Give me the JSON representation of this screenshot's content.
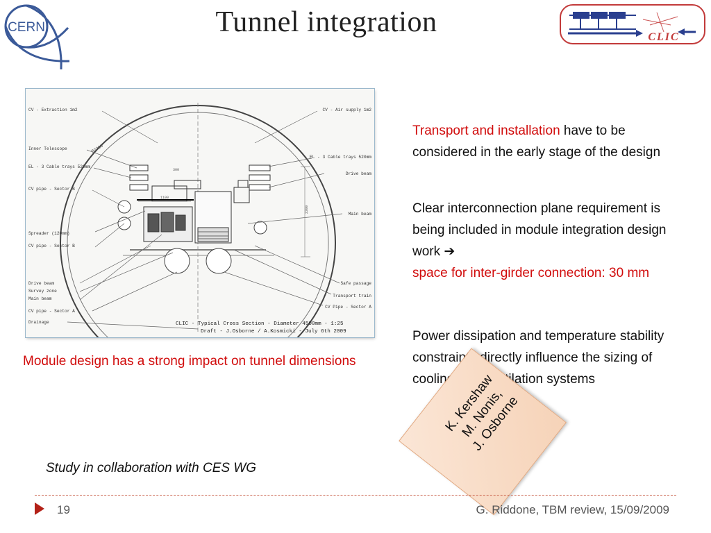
{
  "slide": {
    "title": "Tunnel integration",
    "logo_left": "CERN",
    "logo_right": "CLIC"
  },
  "figure": {
    "labels_left": [
      "CV - Extraction 1m2",
      "Inner Telescope",
      "EL - 3 Cable trays 520mm",
      "CV pipe - Sector B",
      "Spreader (120mm)",
      "CV pipe - Sector B",
      "Drive beam",
      "Survey zone",
      "Main beam",
      "CV pipe - Sector A",
      "Drainage"
    ],
    "labels_right": [
      "CV - Air supply 1m2",
      "EL - 3 Cable trays 520mm",
      "Drive beam",
      "Main beam",
      "Safe passage",
      "Transport train",
      "CV Pipe - Sector A"
    ],
    "radius_label": "R2250",
    "title_block_line1": "CLIC - Typical Cross Section - Diameter 4500mm - 1:25",
    "title_block_line2": "Draft - J.Osborne / A.Kosmicki - July 6th 2009",
    "dim_labels": [
      "1100",
      "300",
      "2300"
    ]
  },
  "right_text": {
    "p1_red": "Transport and installation",
    "p1_rest": " have to be considered in the early stage of the design",
    "p2_black": "Clear interconnection plane requirement is being included in module integration design work ",
    "p2_arrow": "➔",
    "p2_red": "space for inter-girder connection: 30 mm",
    "p3": "Power dissipation and temperature stability constraints directly influence the sizing of cooling and ventilation systems"
  },
  "caption": "Module design has a strong impact on tunnel dimensions",
  "study": "Study in collaboration with CES WG",
  "authors": [
    "K. Kershaw",
    "M. Nonis,",
    "J. Osborne"
  ],
  "footer": {
    "page": "19",
    "right": "G. Riddone, TBM review, 15/09/2009"
  },
  "colors": {
    "accent_red": "#d10c0c",
    "footer_arrow": "#b32118",
    "author_box": "#f6d3b8"
  }
}
